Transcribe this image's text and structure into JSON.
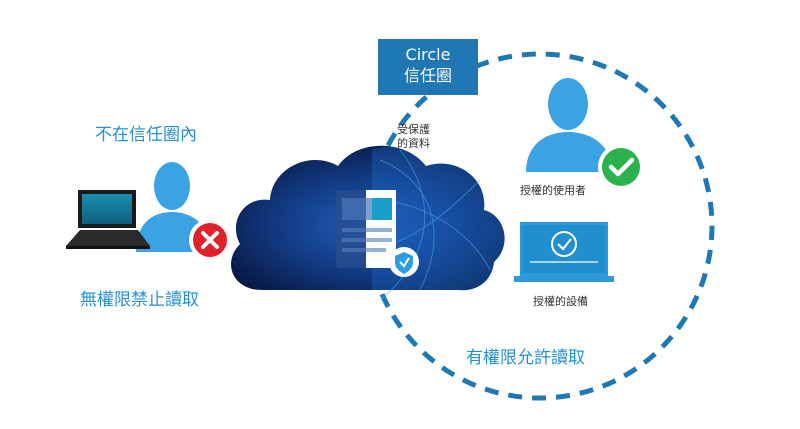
{
  "circle_label": {
    "line1": "Circle",
    "line2": "信任圈"
  },
  "outside": {
    "title": "不在信任圈內",
    "denied": "無權限禁止讀取"
  },
  "protected_data": {
    "line1": "受保護",
    "line2": "的資料"
  },
  "inside": {
    "authorized_user": "授權的使用者",
    "authorized_device": "授權的設備",
    "allowed": "有權限允許讀取"
  },
  "colors": {
    "accent": "#1f78b4",
    "person": "#3aa3e3",
    "deny": "#e0202c",
    "allow": "#2bb24c",
    "cloud_dark": "#0d2454"
  }
}
